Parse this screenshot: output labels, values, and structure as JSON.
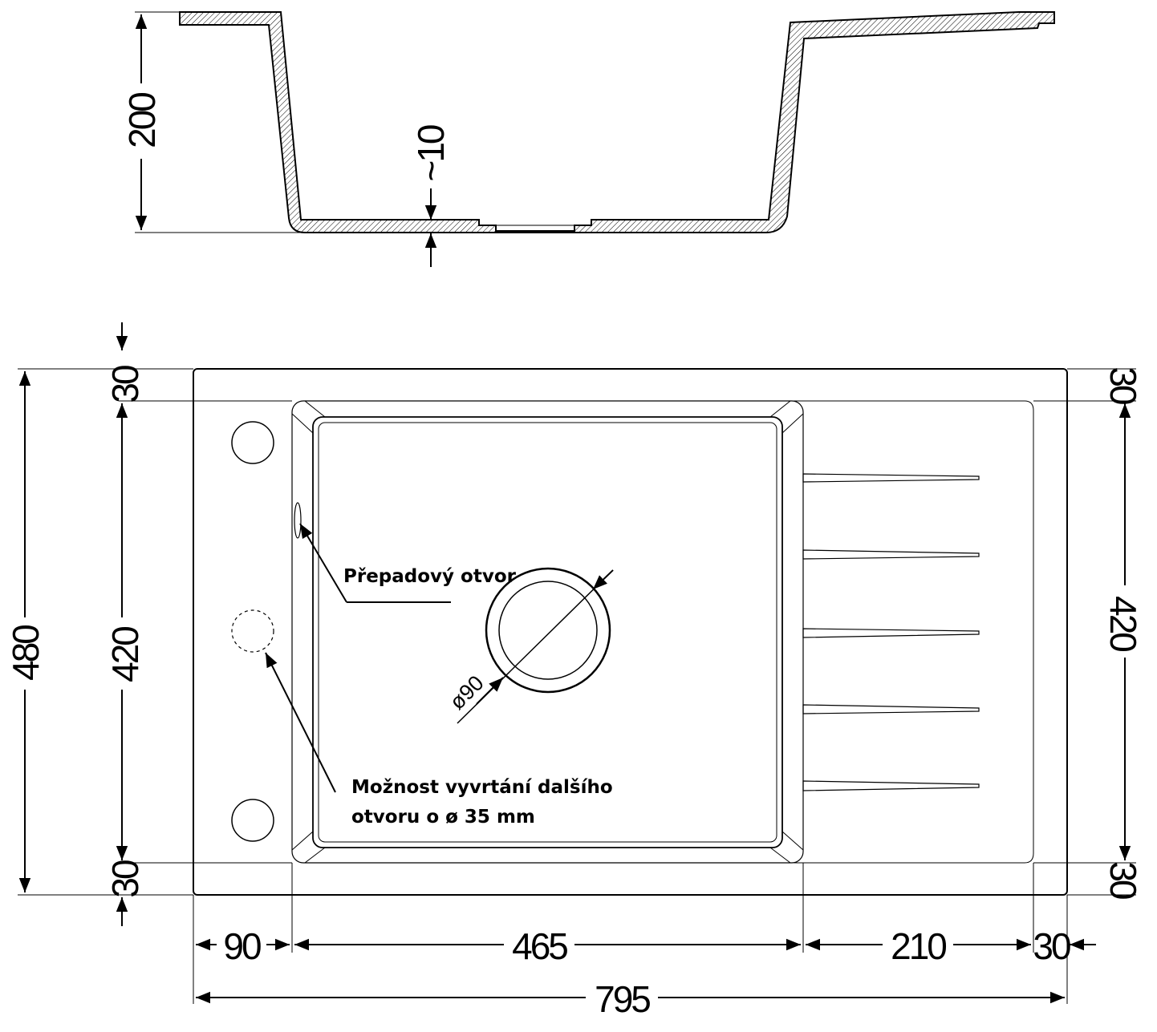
{
  "side_view": {
    "height_label": "200",
    "thickness_label": "~10"
  },
  "top_view": {
    "height_total": "480",
    "height_bowl_left": "420",
    "height_bowl_right": "420",
    "top_margin_left": "30",
    "bottom_margin_left": "30",
    "top_margin_right": "30",
    "bottom_margin_right": "30",
    "drain_diameter": "ø90",
    "overflow_note": "Přepadový otvor",
    "drill_note_line1": "Možnost vyvrtání dalšího",
    "drill_note_line2": "otvoru o ø  35 mm"
  },
  "bottom_dims": {
    "left_margin": "90",
    "bowl_width": "465",
    "drainer_width": "210",
    "right_margin": "30",
    "total_width": "795"
  }
}
